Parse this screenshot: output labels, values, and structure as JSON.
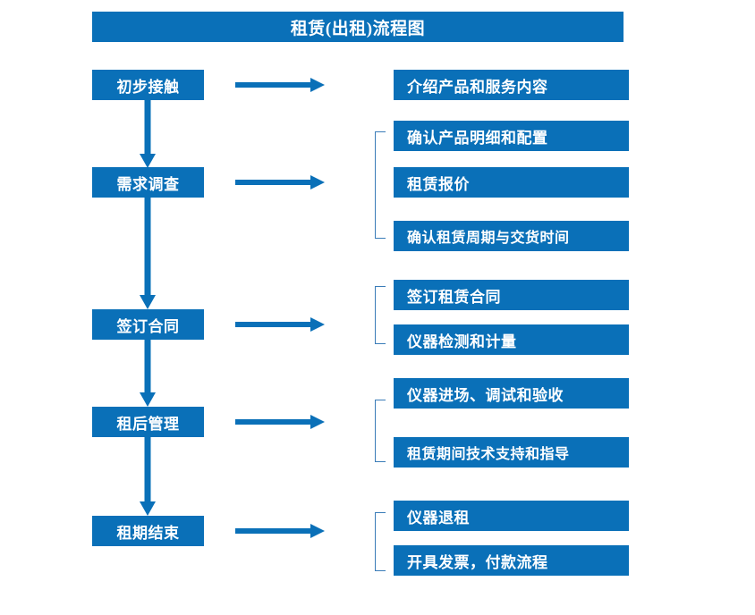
{
  "title": "租赁(出租)流程图",
  "colors": {
    "primary_blue": "#0a70b8",
    "bracket_blue": "#3a7cb8",
    "box_text": "#ffffff",
    "background": "#ffffff"
  },
  "stages": [
    {
      "label": "初步接触"
    },
    {
      "label": "需求调查"
    },
    {
      "label": "签订合同"
    },
    {
      "label": "租后管理"
    },
    {
      "label": "租期结束"
    }
  ],
  "details": {
    "group1": [
      {
        "label": "介绍产品和服务内容"
      }
    ],
    "group2": [
      {
        "label": "确认产品明细和配置"
      },
      {
        "label": "租赁报价"
      },
      {
        "label": "确认租赁周期与交货时间"
      }
    ],
    "group3": [
      {
        "label": "签订租赁合同"
      },
      {
        "label": "仪器检测和计量"
      }
    ],
    "group4": [
      {
        "label": "仪器进场、调试和验收"
      },
      {
        "label": "租赁期间技术支持和指导"
      }
    ],
    "group5": [
      {
        "label": "仪器退租"
      },
      {
        "label": "开具发票，付款流程"
      }
    ]
  },
  "connectors": {
    "horizontal_arrow_name": "flow-arrow-right",
    "vertical_arrow_name": "flow-arrow-down",
    "bracket_name": "group-bracket"
  }
}
